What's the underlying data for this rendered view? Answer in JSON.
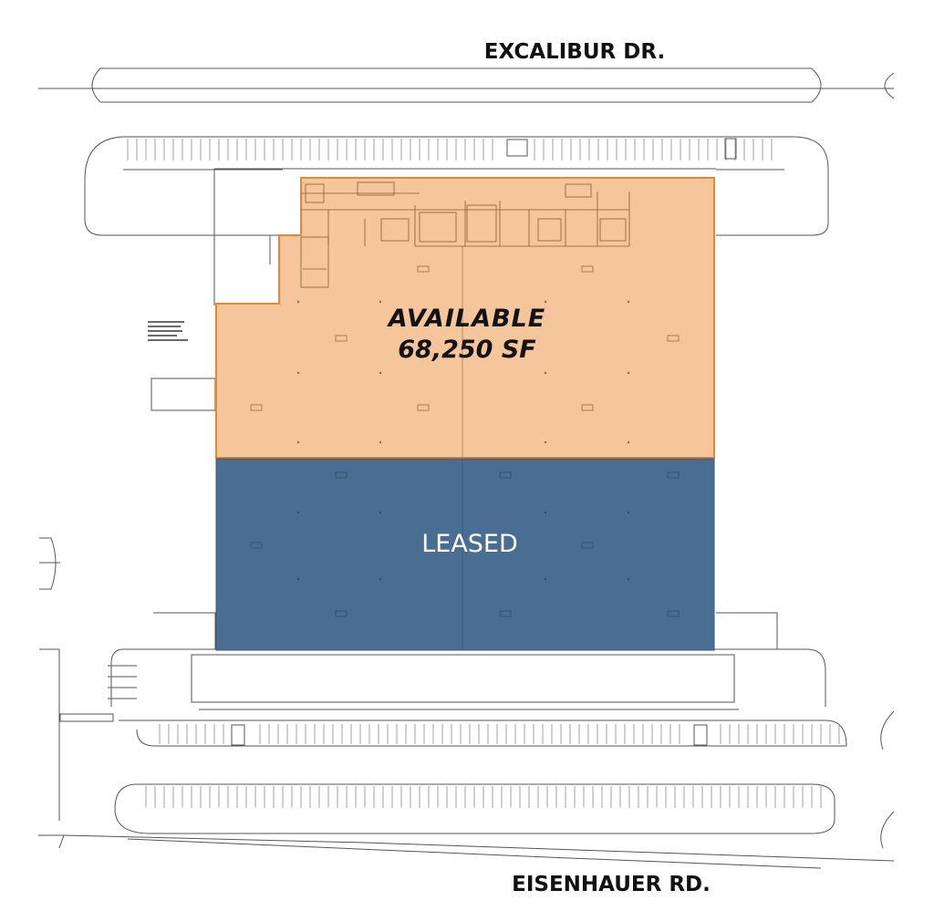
{
  "roads": {
    "top": "EXCALIBUR DR.",
    "bottom": "EISENHAUER RD."
  },
  "units": {
    "available": {
      "status": "AVAILABLE",
      "area": "68,250 SF"
    },
    "leased": {
      "status": "LEASED"
    }
  },
  "colors": {
    "available_fill": "#F5C59B",
    "available_outline": "#E8872E",
    "leased_fill": "#4A6E92",
    "linework": "#555555",
    "background": "#FFFFFF"
  }
}
